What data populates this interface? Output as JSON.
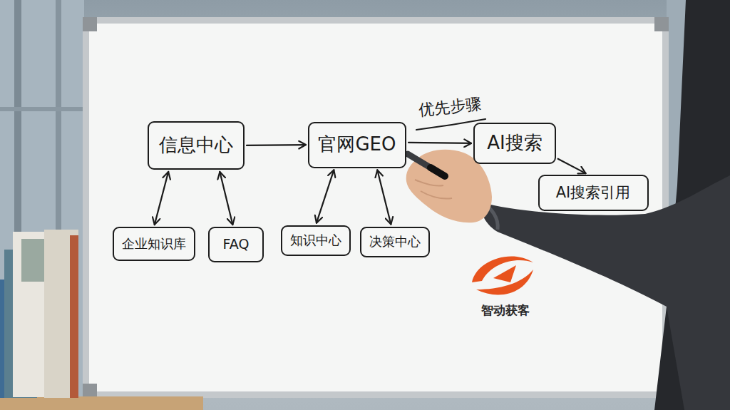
{
  "diagram": {
    "nodes": [
      {
        "text": [
          "信息中心"
        ]
      },
      {
        "text": [
          "官网GEO"
        ]
      },
      {
        "text": [
          "AI搜索"
        ]
      },
      {
        "text": [
          "AI搜索引用"
        ]
      },
      {
        "text": [
          "企业知识库"
        ]
      },
      {
        "text": [
          "FAQ"
        ]
      },
      {
        "text": [
          "知识中心"
        ]
      },
      {
        "text": [
          "决策中心"
        ]
      }
    ],
    "edges": [
      {
        "from": 0,
        "to": 1,
        "arrow": "to"
      },
      {
        "from": 1,
        "to": 2,
        "arrow": "to",
        "label": "优先步骤"
      },
      {
        "from": 2,
        "to": 3,
        "arrow": "to"
      },
      {
        "from": 0,
        "to": 4,
        "arrow": "both"
      },
      {
        "from": 0,
        "to": 5,
        "arrow": "both"
      },
      {
        "from": 1,
        "to": 6,
        "arrow": "both"
      },
      {
        "from": 1,
        "to": 7,
        "arrow": "both"
      }
    ],
    "labels": [
      "智动获客"
    ]
  }
}
